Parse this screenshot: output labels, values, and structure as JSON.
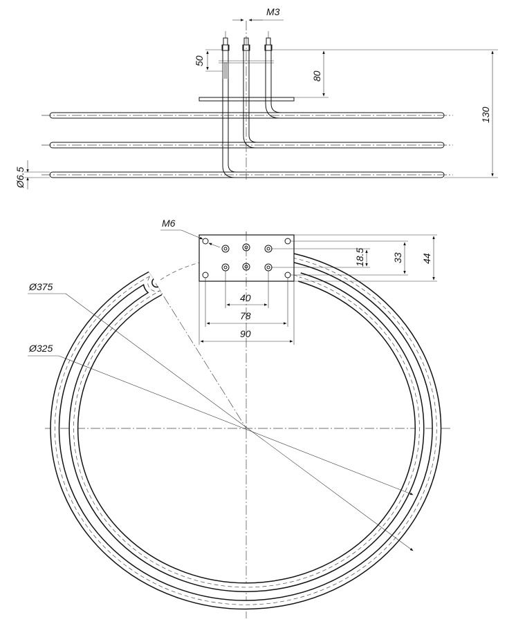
{
  "drawing": {
    "side_view": {
      "thread_terminal": "M3",
      "dim_terminal_length": "50",
      "dim_flange_height": "80",
      "dim_total_height": "130",
      "dim_tube_diameter": "Ø6.5"
    },
    "top_view": {
      "thread_mount": "M6",
      "dim_outer_diameter": "Ø375",
      "dim_inner_diameter": "Ø325",
      "dim_pin_spacing_vertical": "18.5",
      "dim_hole_spacing_vertical": "33",
      "dim_plate_height": "44",
      "dim_pin_spacing_horizontal": "40",
      "dim_hole_spacing_horizontal": "78",
      "dim_plate_width": "90"
    }
  }
}
